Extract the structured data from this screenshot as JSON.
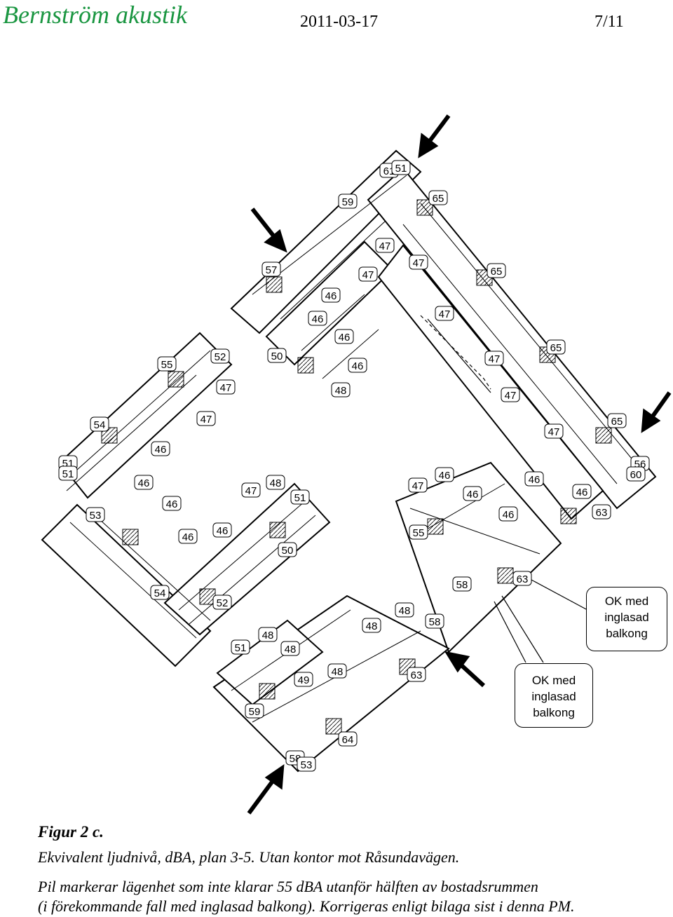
{
  "header": {
    "brand": "Bernström akustik",
    "date": "2011-03-17",
    "page": "7/11"
  },
  "notes": {
    "box1": [
      "OK med",
      "inglasad",
      "balkong"
    ],
    "box2": [
      "OK med",
      "inglasad",
      "balkong"
    ]
  },
  "levels": [
    "61",
    "51",
    "59",
    "65",
    "47",
    "47",
    "57",
    "47",
    "47",
    "65",
    "46",
    "47",
    "46",
    "46",
    "55",
    "52",
    "50",
    "46",
    "65",
    "47",
    "48",
    "47",
    "47",
    "54",
    "47",
    "65",
    "46",
    "51",
    "51",
    "46",
    "56",
    "60",
    "46",
    "47",
    "48",
    "47",
    "46",
    "46",
    "53",
    "46",
    "51",
    "46",
    "46",
    "63",
    "55",
    "46",
    "46",
    "50",
    "54",
    "52",
    "58",
    "63",
    "48",
    "58",
    "51",
    "48",
    "49",
    "48",
    "63",
    "59",
    "48",
    "48",
    "64",
    "58",
    "53"
  ],
  "caption": {
    "figure": "Figur 2 c.",
    "line1": "Ekvivalent ljudnivå, dBA, plan 3-5. Utan kontor mot Råsundavägen.",
    "line2": "Pil markerar lägenhet som inte klarar 55 dBA utanför hälften av bostadsrummen",
    "line3": "(i förekommande fall med inglasad balkong). Korrigeras enligt bilaga sist i denna PM."
  }
}
